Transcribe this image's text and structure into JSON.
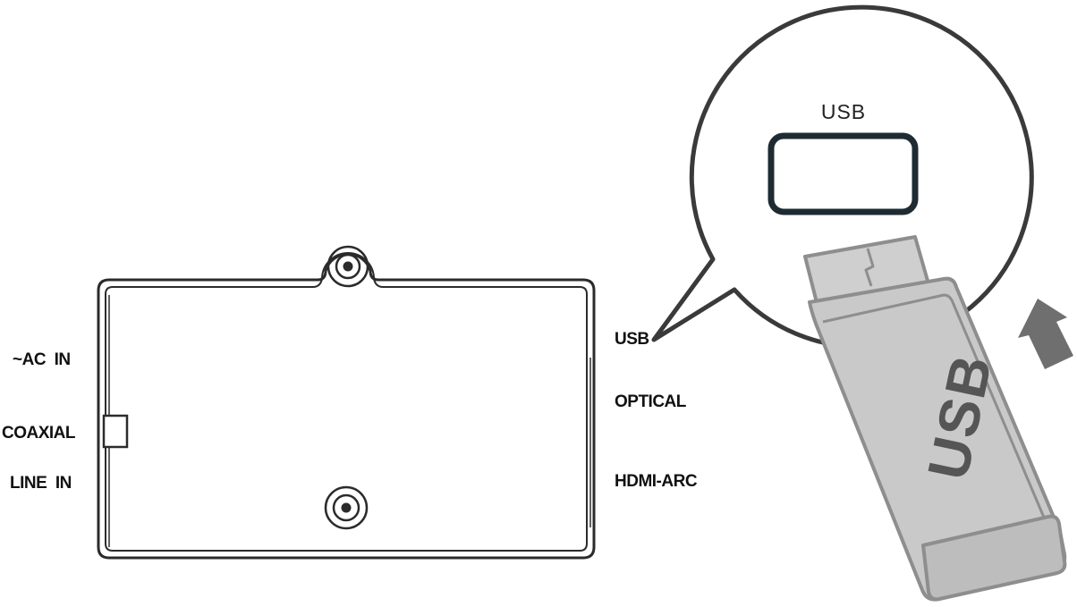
{
  "diagram": {
    "left_ports": {
      "ac_in": "~AC  IN",
      "coaxial": "COAXIAL",
      "line_in": "LINE  IN"
    },
    "right_ports": {
      "usb": "USB",
      "optical": "OPTICAL",
      "hdmi_arc": "HDMI-ARC"
    },
    "callout": {
      "port_label": "USB"
    },
    "usb_drive": {
      "label": "USB"
    },
    "colors": {
      "outline": "#2b2b2b",
      "usb_drive_fill": "#c9c9c9",
      "usb_drive_stroke": "#8e8e8e",
      "usb_text": "#555555",
      "arrow": "#6f6f6f"
    },
    "icons": [
      "screw-hole-icon",
      "usb-port-icon",
      "usb-stick-icon",
      "insert-arrow-icon"
    ]
  }
}
